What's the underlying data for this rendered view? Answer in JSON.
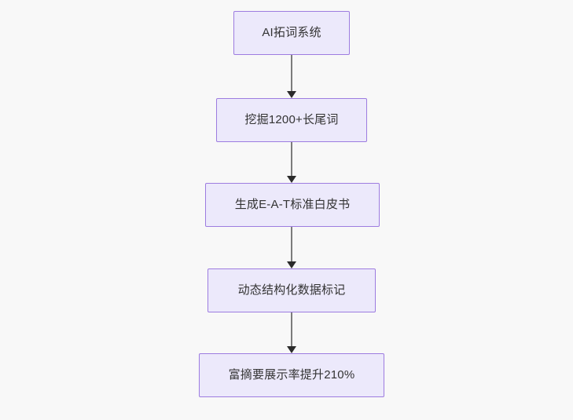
{
  "diagram": {
    "type": "flowchart",
    "orientation": "top-to-bottom",
    "background_color": "#f8f8f8",
    "node_fill_color": "#ece9fb",
    "node_border_color": "#9d7ce0",
    "node_text_color": "#333333",
    "connector_line_color": "#7c7c7c",
    "connector_arrow_color": "#2b2b2b",
    "nodes": [
      {
        "id": "node-0",
        "label": "AI拓词系统"
      },
      {
        "id": "node-1",
        "label": "挖掘1200+长尾词"
      },
      {
        "id": "node-2",
        "label": "生成E-A-T标准白皮书"
      },
      {
        "id": "node-3",
        "label": "动态结构化数据标记"
      },
      {
        "id": "node-4",
        "label": "富摘要展示率提升210%"
      }
    ],
    "edges": [
      {
        "id": "conn-0",
        "from": "node-0",
        "to": "node-1",
        "arrow": "arrow-down-icon"
      },
      {
        "id": "conn-1",
        "from": "node-1",
        "to": "node-2",
        "arrow": "arrow-down-icon"
      },
      {
        "id": "conn-2",
        "from": "node-2",
        "to": "node-3",
        "arrow": "arrow-down-icon"
      },
      {
        "id": "conn-3",
        "from": "node-3",
        "to": "node-4",
        "arrow": "arrow-down-icon"
      }
    ]
  }
}
